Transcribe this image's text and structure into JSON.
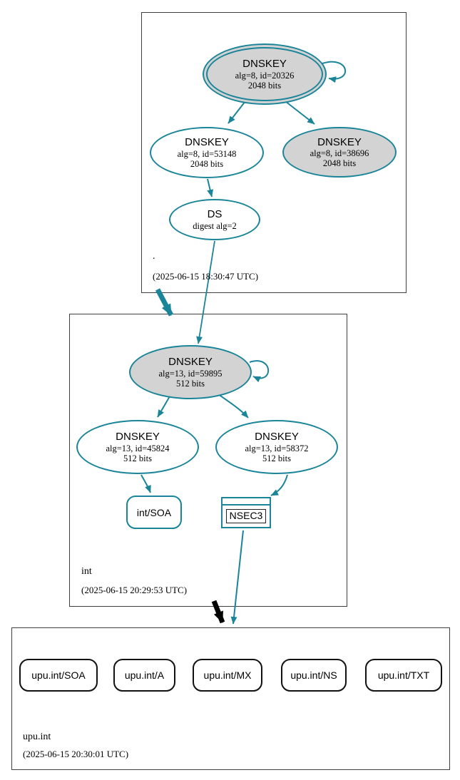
{
  "colors": {
    "secure_teal": "#1a8499",
    "node_gray_fill": "#d3d3d3",
    "box_border": "#3f3f3f",
    "rrset_border": "#111111"
  },
  "zones": {
    "root": {
      "name": ".",
      "timestamp": "(2025-06-15 18:30:47 UTC)",
      "ksk": {
        "title": "DNSKEY",
        "detail1": "alg=8, id=20326",
        "detail2": "2048 bits"
      },
      "zsk": {
        "title": "DNSKEY",
        "detail1": "alg=8, id=53148",
        "detail2": "2048 bits"
      },
      "ksk2": {
        "title": "DNSKEY",
        "detail1": "alg=8, id=38696",
        "detail2": "2048 bits"
      },
      "ds": {
        "title": "DS",
        "detail1": "digest alg=2"
      }
    },
    "int": {
      "name": "int",
      "timestamp": "(2025-06-15 20:29:53 UTC)",
      "ksk": {
        "title": "DNSKEY",
        "detail1": "alg=13, id=59895",
        "detail2": "512 bits"
      },
      "zsk1": {
        "title": "DNSKEY",
        "detail1": "alg=13, id=45824",
        "detail2": "512 bits"
      },
      "zsk2": {
        "title": "DNSKEY",
        "detail1": "alg=13, id=58372",
        "detail2": "512 bits"
      },
      "soa": {
        "label": "int/SOA"
      },
      "nsec3": {
        "label": "NSEC3"
      }
    },
    "upu_int": {
      "name": "upu.int",
      "timestamp": "(2025-06-15 20:30:01 UTC)",
      "rrsets": [
        {
          "label": "upu.int/SOA"
        },
        {
          "label": "upu.int/A"
        },
        {
          "label": "upu.int/MX"
        },
        {
          "label": "upu.int/NS"
        },
        {
          "label": "upu.int/TXT"
        }
      ]
    }
  }
}
